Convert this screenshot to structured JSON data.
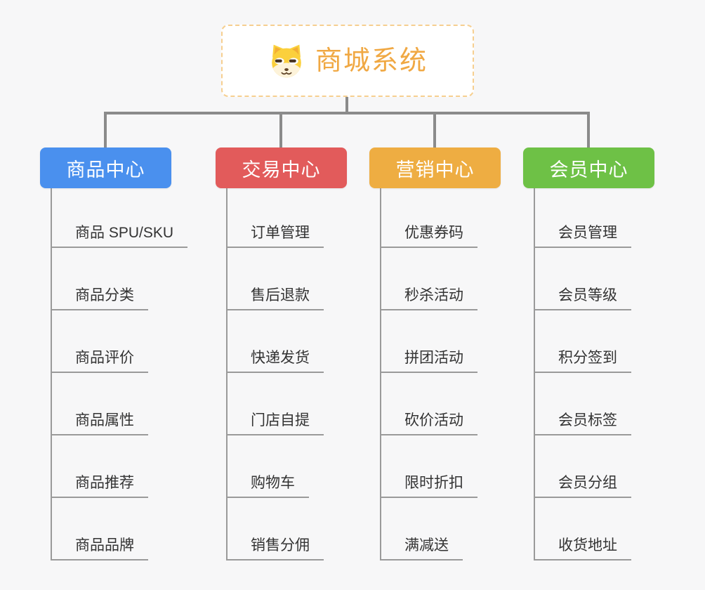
{
  "root": {
    "title": "商城系统",
    "icon": "dog-icon"
  },
  "branches": [
    {
      "label": "商品中心",
      "color": "#4a90ee",
      "items": [
        "商品 SPU/SKU",
        "商品分类",
        "商品评价",
        "商品属性",
        "商品推荐",
        "商品品牌"
      ]
    },
    {
      "label": "交易中心",
      "color": "#e25b5b",
      "items": [
        "订单管理",
        "售后退款",
        "快递发货",
        "门店自提",
        "购物车",
        "销售分佣"
      ]
    },
    {
      "label": "营销中心",
      "color": "#eead42",
      "items": [
        "优惠券码",
        "秒杀活动",
        "拼团活动",
        "砍价活动",
        "限时折扣",
        "满减送"
      ]
    },
    {
      "label": "会员中心",
      "color": "#6ec146",
      "items": [
        "会员管理",
        "会员等级",
        "积分签到",
        "会员标签",
        "会员分组",
        "收货地址"
      ]
    }
  ],
  "colors": {
    "bg": "#f7f7f8",
    "line": "#9a9a9a",
    "line-strong": "#8b8b8b",
    "root-text": "#f0a843",
    "root-border": "#f6cf90",
    "item-text": "#333333",
    "icon-yellow": "#fbd03c",
    "icon-cream": "#fdf3da",
    "icon-dark": "#5f4327"
  }
}
